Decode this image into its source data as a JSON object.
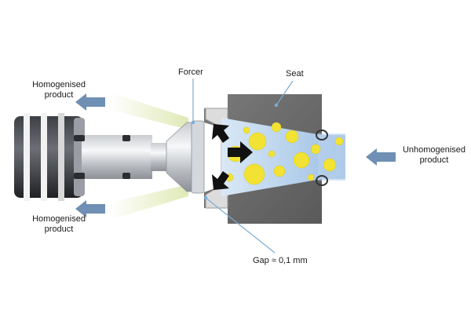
{
  "labels": {
    "homogenised_top": [
      "Homogenised",
      "product"
    ],
    "homogenised_bottom": [
      "Homogenised",
      "product"
    ],
    "unhomogenised": [
      "Unhomogenised",
      "product"
    ],
    "forcer": "Forcer",
    "seat": "Seat",
    "gap": "Gap ≈ 0,1 mm"
  },
  "colors": {
    "flow_arrow": "#6f8fb4",
    "callout_line": "#7aaed6",
    "particle": "#f2e233",
    "product_fluid": "#a9c8e8",
    "seat_body": "#6b6b6b",
    "spray": "#e4edc4"
  },
  "icons": [
    "flow-arrow-icon",
    "pressure-arrow-icon"
  ]
}
